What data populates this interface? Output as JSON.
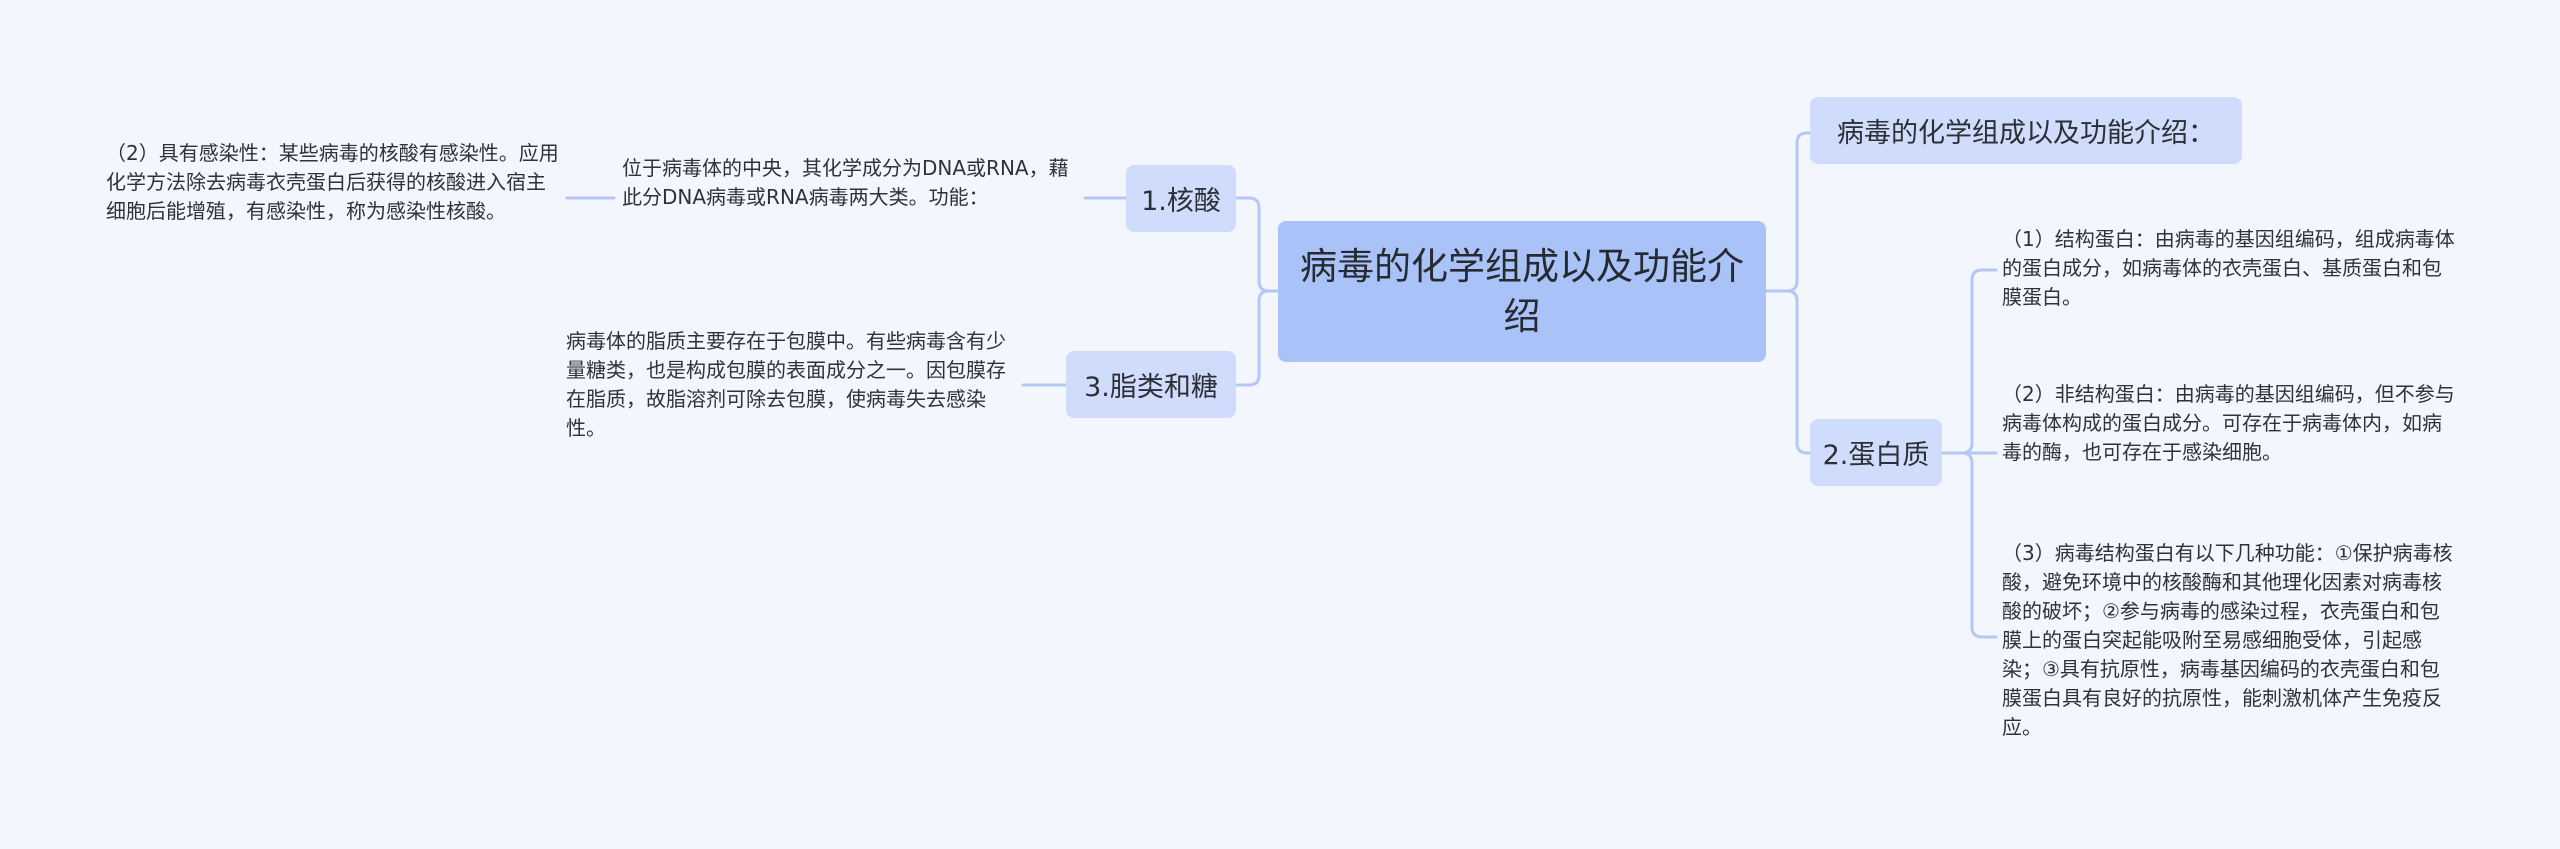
{
  "mindmap": {
    "root": "病毒的化学组成以及功能介绍",
    "branches": {
      "title": "病毒的化学组成以及功能介绍：",
      "nucleic": "1.核酸",
      "protein": "2.蛋白质",
      "lipid": "3.脂类和糖"
    },
    "leaves": {
      "nucleic_desc": "位于病毒体的中央，其化学成分为DNA或RNA，藉此分DNA病毒或RNA病毒两大类。功能：",
      "nucleic_infect": "（2）具有感染性：某些病毒的核酸有感染性。应用化学方法除去病毒衣壳蛋白后获得的核酸进入宿主细胞后能增殖，有感染性，称为感染性核酸。",
      "lipid_desc": "病毒体的脂质主要存在于包膜中。有些病毒含有少量糖类，也是构成包膜的表面成分之一。因包膜存在脂质，故脂溶剂可除去包膜，使病毒失去感染性。",
      "protein_structural": "（1）结构蛋白：由病毒的基因组编码，组成病毒体的蛋白成分，如病毒体的衣壳蛋白、基质蛋白和包膜蛋白。",
      "protein_nonstructural": "（2）非结构蛋白：由病毒的基因组编码，但不参与病毒体构成的蛋白成分。可存在于病毒体内，如病毒的酶，也可存在于感染细胞。",
      "protein_functions": "（3）病毒结构蛋白有以下几种功能：①保护病毒核酸，避免环境中的核酸酶和其他理化因素对病毒核酸的破坏；②参与病毒的感染过程，衣壳蛋白和包膜上的蛋白突起能吸附至易感细胞受体，引起感染；③具有抗原性，病毒基因编码的衣壳蛋白和包膜蛋白具有良好的抗原性，能刺激机体产生免疫反应。"
    }
  }
}
